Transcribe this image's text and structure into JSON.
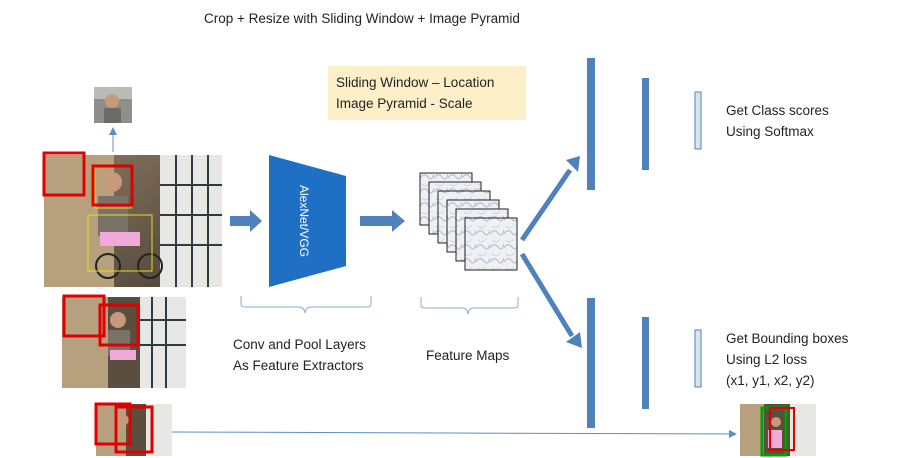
{
  "title": "Crop + Resize with Sliding Window + Image Pyramid",
  "note": {
    "line1": "Sliding Window – Location",
    "line2": "Image Pyramid - Scale"
  },
  "network_label": "AlexNet/VGG",
  "conv_caption": {
    "line1": "Conv and Pool Layers",
    "line2": "As Feature Extractors"
  },
  "feature_maps_caption": "Feature Maps",
  "class_branch": {
    "line1": "Get Class scores",
    "line2": "Using Softmax"
  },
  "bbox_branch": {
    "line1": "Get Bounding boxes",
    "line2": "Using L2 loss",
    "line3": "(x1, y1, x2, y2)"
  },
  "colors": {
    "accent": "#4f81bd",
    "network": "#1f6fc5",
    "window": "#e00000",
    "result_box": "#00a000",
    "note_bg": "#fdf0c9"
  }
}
